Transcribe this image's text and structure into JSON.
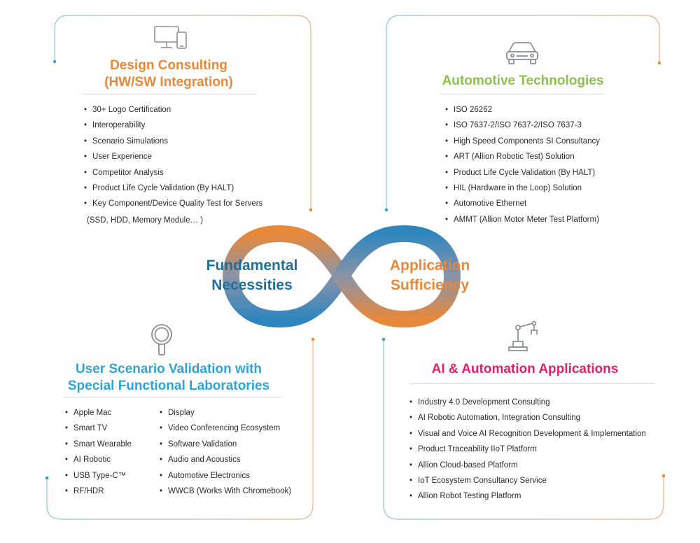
{
  "colors": {
    "orange": "#e8893a",
    "green": "#8cc24a",
    "blue": "#2ea3d6",
    "pink": "#e0206e",
    "teal": "#1f6f97",
    "frame_blue": "#8ec6e6",
    "frame_orange": "#f2b183",
    "icon_gray": "#8a8f96"
  },
  "design": {
    "icon": "desktop-and-phone-icon",
    "title_line1": "Design Consulting",
    "title_line2": "(HW/SW Integration)",
    "items": [
      "30+ Logo Certification",
      "Interoperability",
      "Scenario Simulations",
      "User Experience",
      "Competitor Analysis",
      "Product Life Cycle Validation (By HALT)",
      "Key Component/Device Quality Test for Servers"
    ],
    "continuation": "(SSD, HDD, Memory Module… )"
  },
  "automotive": {
    "icon": "car-icon",
    "title": "Automotive Technologies",
    "items": [
      "ISO 26262",
      "ISO 7637-2/ISO 7637-2/ISO 7637-3",
      "High Speed Components SI Consultancy",
      "ART (Allion Robotic Test) Solution",
      "Product Life Cycle Validation (By HALT)",
      "HIL (Hardware in the Loop) Solution",
      "Automotive Ethernet",
      "AMMT (Allion Motor Meter Test Platform)"
    ]
  },
  "center": {
    "left_line1": "Fundamental",
    "left_line2": "Necessities",
    "right_line1": "Application",
    "right_line2": "Sufficiency"
  },
  "user_scenario": {
    "icon": "magnifier-icon",
    "title_line1": "User Scenario Validation with",
    "title_line2": "Special Functional Laboratories",
    "col1": [
      "Apple Mac",
      "Smart TV",
      "Smart Wearable",
      "AI Robotic",
      "USB Type-C™",
      "RF/HDR"
    ],
    "col2": [
      "Display",
      "Video Conferencing Ecosystem",
      "Software Validation",
      "Audio and Acoustics",
      "Automotive Electronics",
      "WWCB (Works With Chromebook)"
    ]
  },
  "ai": {
    "icon": "robot-arm-icon",
    "title": "AI & Automation Applications",
    "items": [
      "Industry 4.0 Development Consulting",
      "AI Robotic Automation, Integration Consulting",
      "Visual and Voice AI Recognition Development & Implementation",
      "Product Traceability IIoT Platform",
      "Allion Cloud-based Platform",
      "IoT Ecosystem Consultancy Service",
      "Allion Robot Testing Platform"
    ]
  }
}
